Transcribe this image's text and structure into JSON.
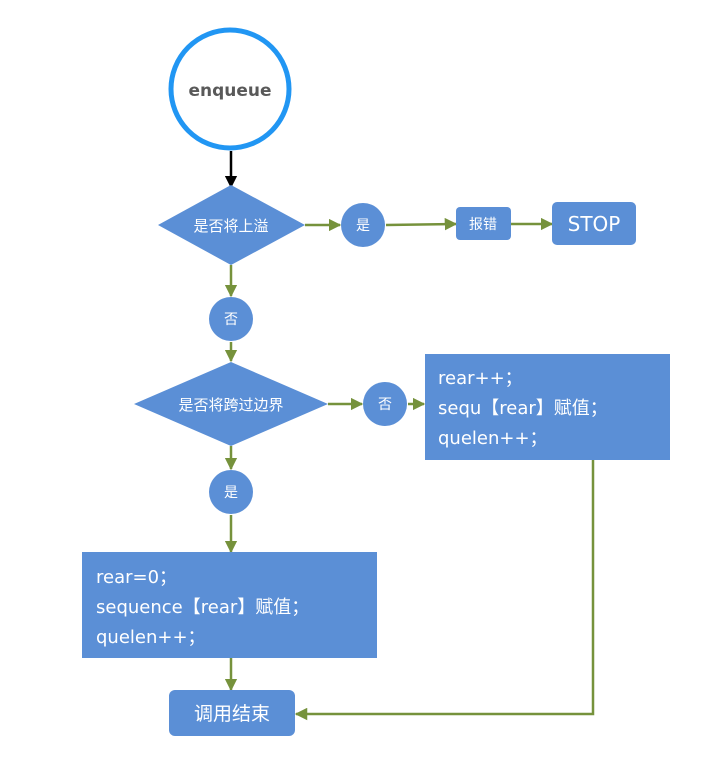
{
  "nodes": {
    "start": "enqueue",
    "overflow_check": "是否将上溢",
    "yes_1": "是",
    "error": "报错",
    "stop": "STOP",
    "no_1": "否",
    "boundary_check": "是否将跨过边界",
    "no_2": "否",
    "no_branch_lines": [
      "rear++；",
      "sequ【rear】赋值；",
      "quelen++；"
    ],
    "yes_2": "是",
    "yes_branch_lines": [
      "rear=0；",
      "sequence【rear】赋值；",
      "quelen++；"
    ],
    "end": "调用结束"
  },
  "colors": {
    "node_fill": "#5B8FD6",
    "start_border": "#2196F3",
    "arrow_green": "#76923C",
    "arrow_black": "#000000",
    "start_text": "#595959"
  }
}
